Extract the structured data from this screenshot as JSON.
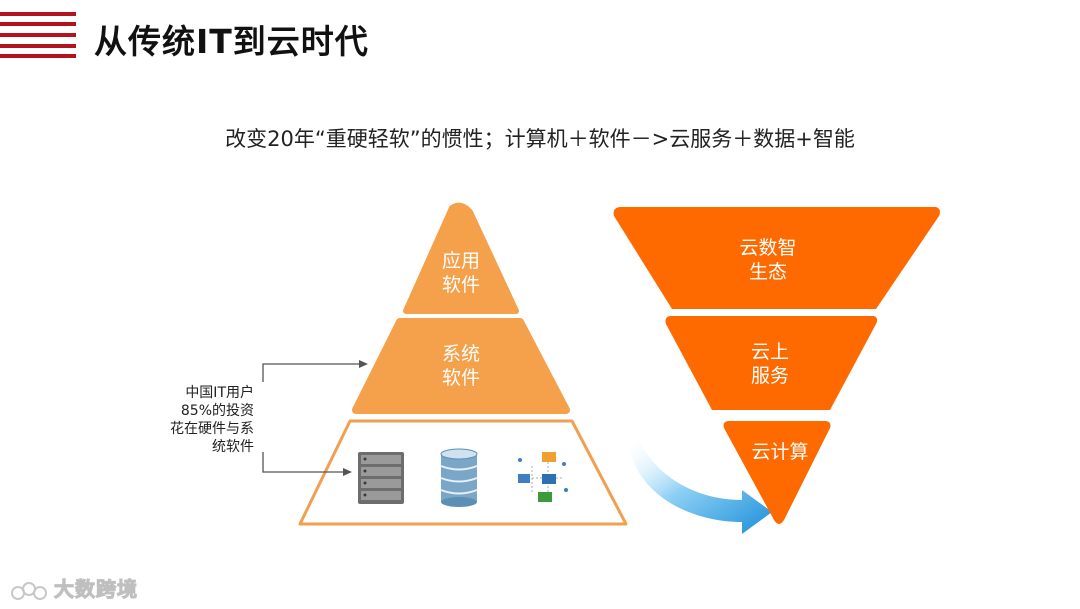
{
  "header": {
    "title": "从传统IT到云时代",
    "subtitle": "改变20年“重硬轻软”的惯性；计算机＋软件－>云服务＋数据+智能",
    "accent_color": "#b3121e"
  },
  "pyramid": {
    "color_top": "#f5a04a",
    "outline_color": "#f0a050",
    "tiers": [
      {
        "line1": "应用",
        "line2": "软件"
      },
      {
        "line1": "系统",
        "line2": "软件"
      }
    ],
    "base_icons": [
      "server-rack-icon",
      "database-icon",
      "network-diagram-icon"
    ]
  },
  "note": {
    "lines": [
      "中国IT用户",
      "85%的投资",
      "花在硬件与系",
      "统软件"
    ]
  },
  "funnel": {
    "color": "#ff6a00",
    "tiers": [
      {
        "line1": "云数智",
        "line2": "生态"
      },
      {
        "line1": "云上",
        "line2": "服务"
      },
      {
        "line1": "云计算",
        "line2": ""
      }
    ]
  },
  "watermark": {
    "text": "大数跨境"
  }
}
